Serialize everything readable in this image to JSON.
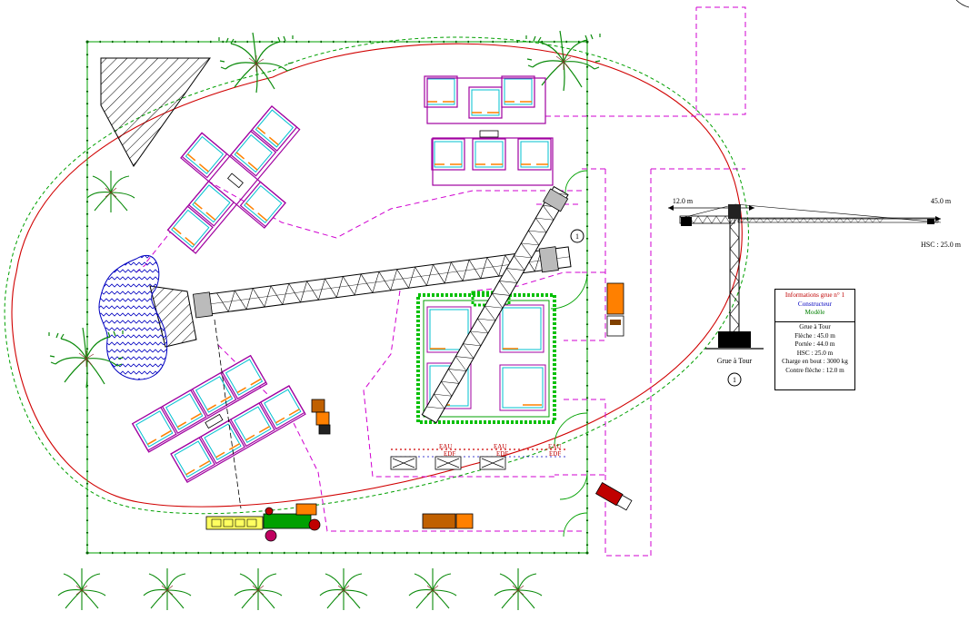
{
  "crane": {
    "left_jib_label": "12.0 m",
    "right_jib_label": "45.0 m",
    "hsc_label": "HSC : 25.0 m",
    "name_label": "Grue à Tour",
    "number": "1"
  },
  "placed_crane_number": "1",
  "info_box": {
    "header_line1": "Informations grue n° 1",
    "header_line2": "Constructeur",
    "header_line3": "Modèle",
    "lines": [
      "Grue à Tour",
      "Flèche : 45.0 m",
      "Portée : 44.0 m",
      "HSC : 25.0 m",
      "Charge en bout : 3000 kg",
      "Contre flèche : 12.0 m"
    ]
  },
  "network_labels": [
    "EAU",
    "EDF",
    "EAU",
    "EDF",
    "EAU",
    "EDF"
  ],
  "colors": {
    "site_fence": "#00a000",
    "crane_radius": "#d00000",
    "crane_radius_outer": "#00a000",
    "building_outline": "#a000a0",
    "building_inner": "#00c0d0",
    "building_accent": "#ff8000",
    "pond_water": "#0000c0",
    "circulation_dash": "#d000d0",
    "foundation_green": "#00c000"
  }
}
